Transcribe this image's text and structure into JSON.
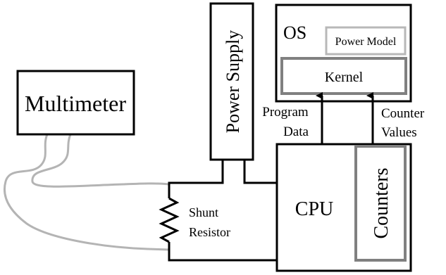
{
  "diagram": {
    "multimeter": {
      "label": "Multimeter"
    },
    "power_supply": {
      "label": "Power Supply"
    },
    "os": {
      "label": "OS",
      "power_model": {
        "label": "Power Model"
      },
      "kernel": {
        "label": "Kernel"
      }
    },
    "cpu": {
      "label": "CPU",
      "counters": {
        "label": "Counters"
      }
    },
    "shunt_resistor": {
      "line1": "Shunt",
      "line2": "Resistor"
    },
    "arrow_program_data": {
      "line1": "Program",
      "line2": "Data"
    },
    "arrow_counter_values": {
      "line1": "Counter",
      "line2": "Values"
    }
  },
  "colors": {
    "stroke": "#000000",
    "inner_box": "#808080",
    "power_model_box": "#b8b8b8",
    "probe_wire": "#b4b4b4"
  }
}
